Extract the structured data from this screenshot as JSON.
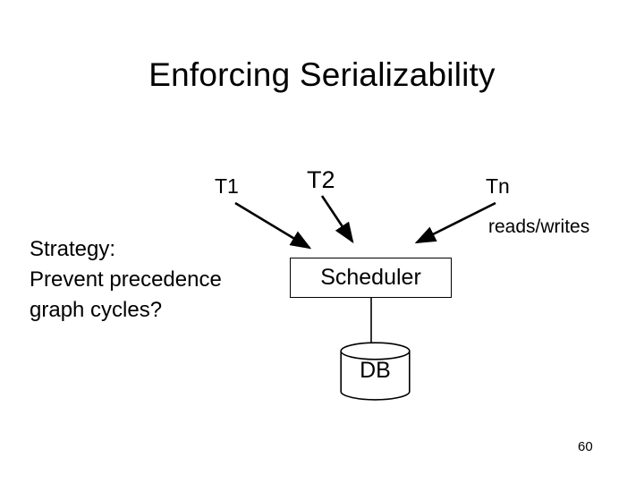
{
  "slide": {
    "title": "Enforcing Serializability",
    "page_number": "60",
    "background_color": "#ffffff",
    "ink_color": "#000000"
  },
  "transactions": [
    {
      "id": "t1",
      "label": "T1"
    },
    {
      "id": "t2",
      "label": "T2"
    },
    {
      "id": "tn",
      "label": "Tn"
    }
  ],
  "annotations": {
    "reads_writes": "reads/writes"
  },
  "strategy": {
    "line1": "Strategy:",
    "line2": "Prevent precedence",
    "line3": "graph cycles?"
  },
  "components": {
    "scheduler_label": "Scheduler",
    "database_label": "DB"
  }
}
